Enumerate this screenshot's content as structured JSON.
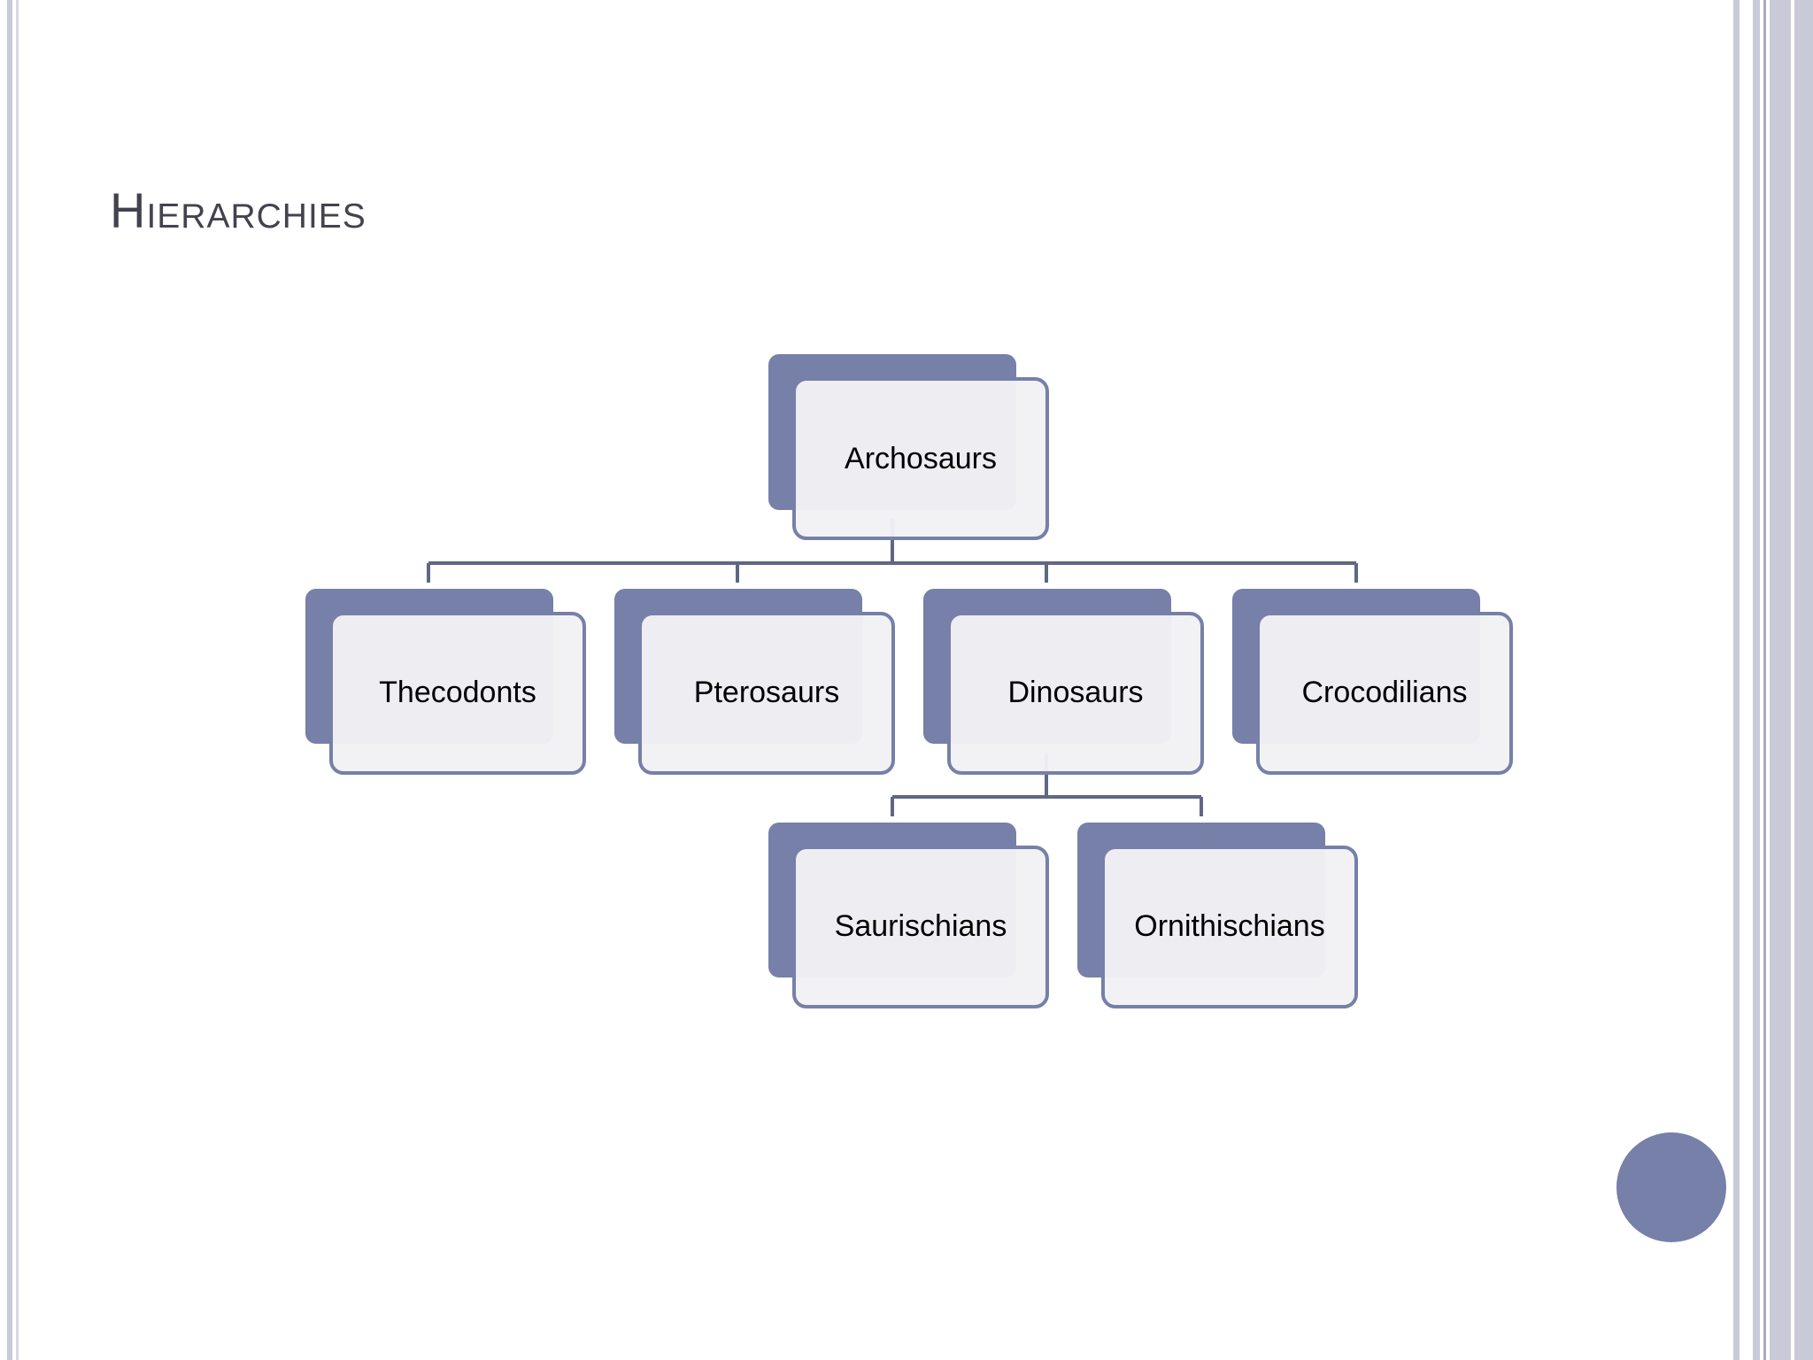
{
  "slide": {
    "title": "Hierarchies"
  },
  "hierarchy": {
    "root": "Archosaurs",
    "level_1": [
      "Thecodonts",
      "Pterosaurs",
      "Dinosaurs",
      "Crocodilians"
    ],
    "level_2_parent": "Dinosaurs",
    "level_2": [
      "Saurischians",
      "Ornithischians"
    ]
  },
  "colors": {
    "accent": "#7680a8",
    "connector": "#5f6784",
    "node_face": "#f1f1f5",
    "title": "#43434f",
    "edge_stripes": "#c9cad8"
  },
  "decorations": {
    "corner_badge": "circle-badge"
  }
}
